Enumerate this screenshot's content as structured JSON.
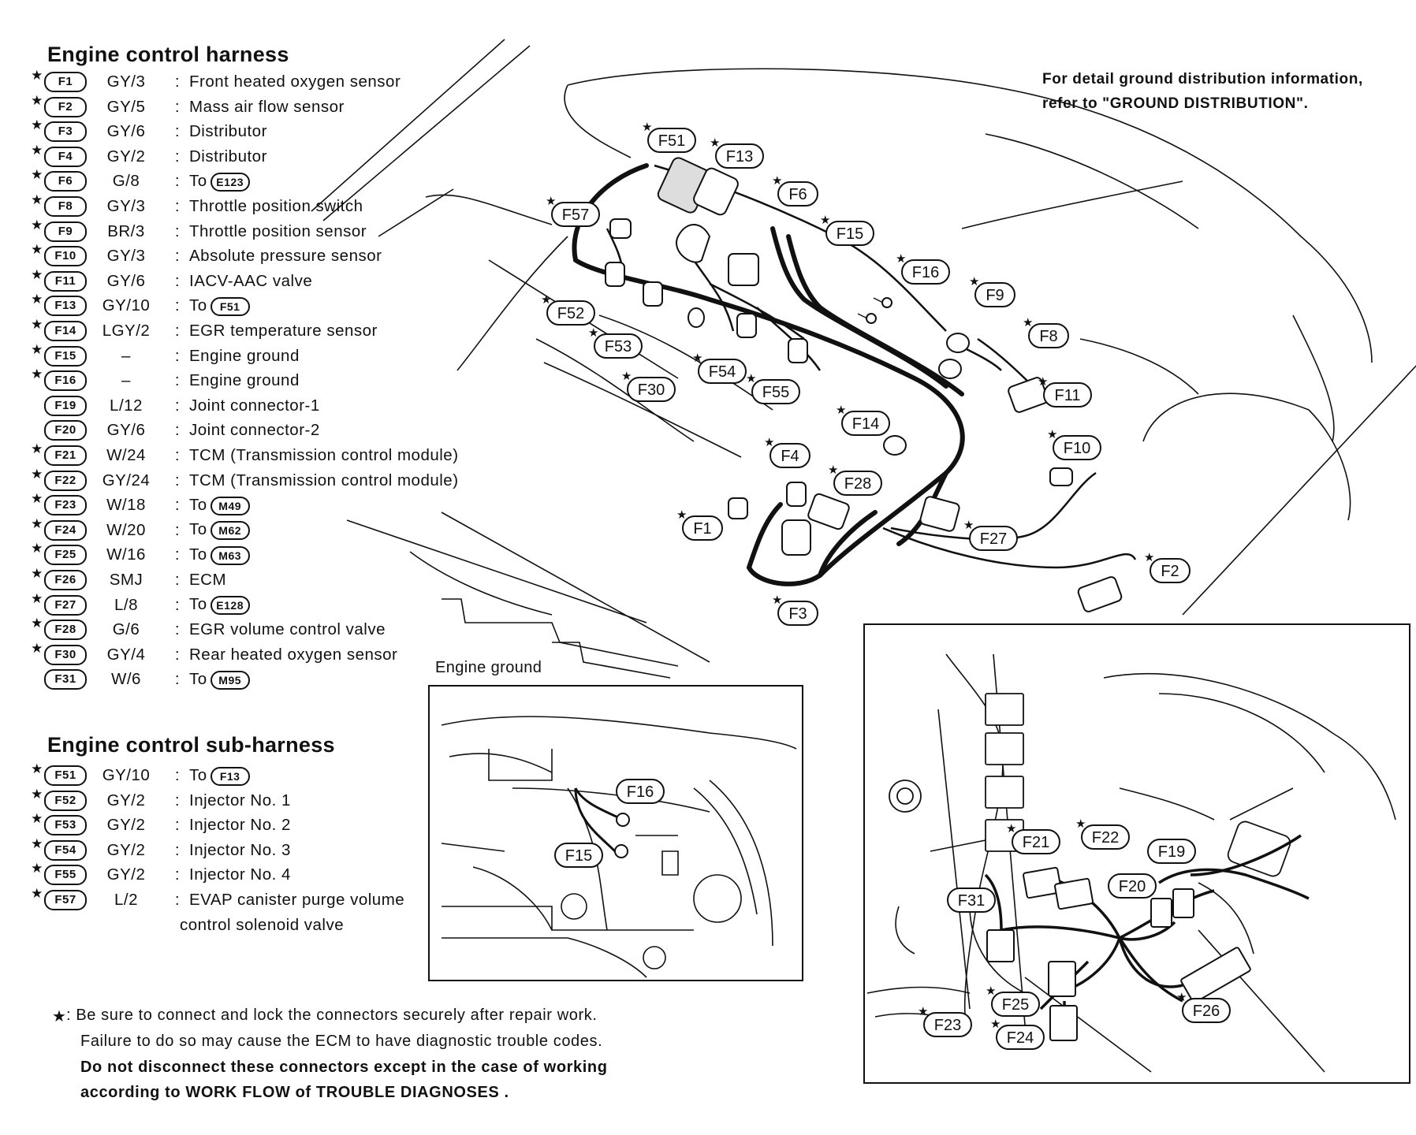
{
  "harness": {
    "title": "Engine control harness",
    "rows": [
      {
        "star": true,
        "id": "F1",
        "type": "GY/3",
        "desc": "Front heated oxygen sensor"
      },
      {
        "star": true,
        "id": "F2",
        "type": "GY/5",
        "desc": "Mass air flow sensor"
      },
      {
        "star": true,
        "id": "F3",
        "type": "GY/6",
        "desc": "Distributor"
      },
      {
        "star": true,
        "id": "F4",
        "type": "GY/2",
        "desc": "Distributor"
      },
      {
        "star": true,
        "id": "F6",
        "type": "G/8",
        "desc": "To",
        "to": "E123"
      },
      {
        "star": true,
        "id": "F8",
        "type": "GY/3",
        "desc": "Throttle position switch"
      },
      {
        "star": true,
        "id": "F9",
        "type": "BR/3",
        "desc": "Throttle position sensor"
      },
      {
        "star": true,
        "id": "F10",
        "type": "GY/3",
        "desc": "Absolute pressure sensor"
      },
      {
        "star": true,
        "id": "F11",
        "type": "GY/6",
        "desc": "IACV-AAC valve"
      },
      {
        "star": true,
        "id": "F13",
        "type": "GY/10",
        "desc": "To",
        "to": "F51"
      },
      {
        "star": true,
        "id": "F14",
        "type": "LGY/2",
        "desc": "EGR temperature sensor"
      },
      {
        "star": true,
        "id": "F15",
        "type": "–",
        "desc": "Engine ground"
      },
      {
        "star": true,
        "id": "F16",
        "type": "–",
        "desc": "Engine ground"
      },
      {
        "star": false,
        "id": "F19",
        "type": "L/12",
        "desc": "Joint connector-1"
      },
      {
        "star": false,
        "id": "F20",
        "type": "GY/6",
        "desc": "Joint connector-2"
      },
      {
        "star": true,
        "id": "F21",
        "type": "W/24",
        "desc": "TCM (Transmission control module)"
      },
      {
        "star": true,
        "id": "F22",
        "type": "GY/24",
        "desc": "TCM (Transmission control module)"
      },
      {
        "star": true,
        "id": "F23",
        "type": "W/18",
        "desc": "To",
        "to": "M49"
      },
      {
        "star": true,
        "id": "F24",
        "type": "W/20",
        "desc": "To",
        "to": "M62"
      },
      {
        "star": true,
        "id": "F25",
        "type": "W/16",
        "desc": "To",
        "to": "M63"
      },
      {
        "star": true,
        "id": "F26",
        "type": "SMJ",
        "desc": "ECM"
      },
      {
        "star": true,
        "id": "F27",
        "type": "L/8",
        "desc": "To",
        "to": "E128"
      },
      {
        "star": true,
        "id": "F28",
        "type": "G/6",
        "desc": "EGR volume control valve"
      },
      {
        "star": true,
        "id": "F30",
        "type": "GY/4",
        "desc": "Rear heated oxygen sensor"
      },
      {
        "star": false,
        "id": "F31",
        "type": "W/6",
        "desc": "To",
        "to": "M95"
      }
    ]
  },
  "sub_harness": {
    "title": "Engine control sub-harness",
    "rows": [
      {
        "star": true,
        "id": "F51",
        "type": "GY/10",
        "desc": "To",
        "to": "F13"
      },
      {
        "star": true,
        "id": "F52",
        "type": "GY/2",
        "desc": "Injector No. 1"
      },
      {
        "star": true,
        "id": "F53",
        "type": "GY/2",
        "desc": "Injector No. 2"
      },
      {
        "star": true,
        "id": "F54",
        "type": "GY/2",
        "desc": "Injector No. 3"
      },
      {
        "star": true,
        "id": "F55",
        "type": "GY/2",
        "desc": "Injector No. 4"
      },
      {
        "star": true,
        "id": "F57",
        "type": "L/2",
        "desc": "EVAP canister purge volume"
      }
    ],
    "continuation": "control solenoid valve"
  },
  "ground_note": {
    "line1": "For detail ground distribution information,",
    "line2": "refer to \"GROUND DISTRIBUTION\"."
  },
  "footnote": {
    "star": "★",
    "line1": ": Be sure to connect and lock the connectors securely after repair work.",
    "line2": "Failure to do so may cause the ECM to have diagnostic trouble codes.",
    "line3": "Do not disconnect these connectors except in the case of working",
    "line4": "according to WORK FLOW of TROUBLE DIAGNOSES ."
  },
  "inset_ground": {
    "title": "Engine ground",
    "labels": [
      "F16",
      "F15"
    ]
  },
  "main_callouts": [
    "F51",
    "F13",
    "F6",
    "F57",
    "F15",
    "F16",
    "F9",
    "F52",
    "F8",
    "F53",
    "F54",
    "F55",
    "F30",
    "F11",
    "F14",
    "F10",
    "F4",
    "F28",
    "F1",
    "F27",
    "F2",
    "F3"
  ],
  "inset_dash_callouts": [
    "F21",
    "F22",
    "F19",
    "F20",
    "F31",
    "F25",
    "F23",
    "F24",
    "F26"
  ]
}
